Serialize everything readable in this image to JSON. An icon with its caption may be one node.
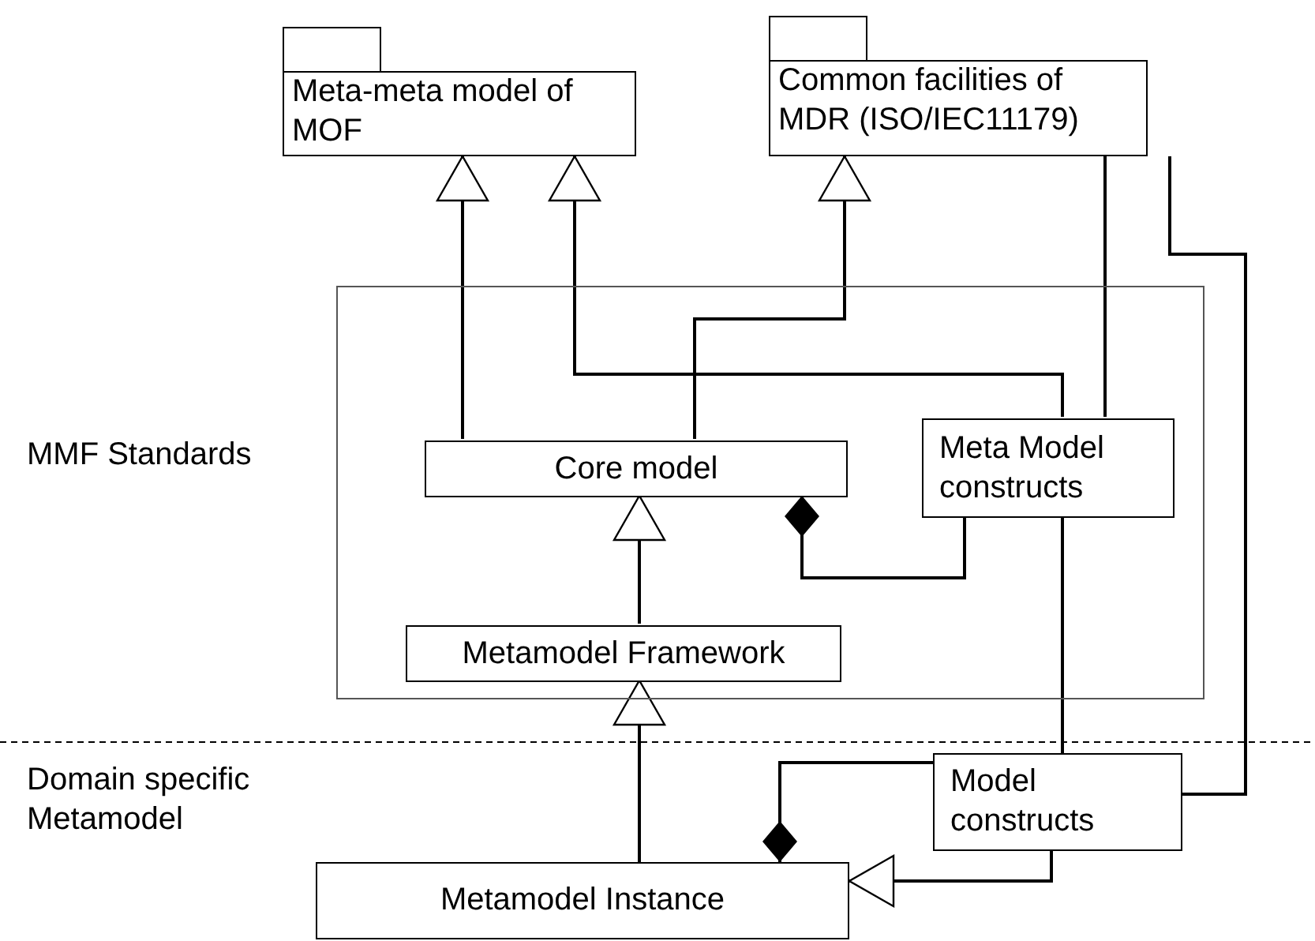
{
  "diagram": {
    "nodes": [
      {
        "text": [
          "Meta-meta model of MOF"
        ]
      },
      {
        "text": [
          "Common facilities of MDR (ISO/IEC11179)"
        ]
      },
      {
        "text": [],
        "shape": "box"
      },
      {
        "text": [
          "Core model"
        ],
        "in": 2
      },
      {
        "text": [
          "Meta Model constructs"
        ],
        "in": 2
      },
      {
        "text": [
          "Metamodel Framework"
        ],
        "in": 2
      },
      {
        "text": [
          "Model constructs"
        ]
      },
      {
        "text": [
          "Metamodel Instance"
        ]
      }
    ],
    "edges": [
      {
        "from": 3,
        "to": 0,
        "arrow": "to"
      },
      {
        "from": 4,
        "to": 0,
        "arrow": "to"
      },
      {
        "from": 3,
        "to": 1,
        "arrow": "to"
      },
      {
        "from": 4,
        "to": 1,
        "arrow": "none"
      },
      {
        "from": 5,
        "to": 3,
        "arrow": "to"
      },
      {
        "from": 4,
        "to": 3,
        "arrow": "other"
      },
      {
        "from": 7,
        "to": 5,
        "arrow": "to"
      },
      {
        "from": 6,
        "to": 4,
        "arrow": "none"
      },
      {
        "from": 1,
        "to": 6,
        "arrow": "none"
      },
      {
        "from": 6,
        "to": 7,
        "arrow": "other"
      },
      {
        "from": 6,
        "to": 7,
        "arrow": "to"
      }
    ],
    "labels": [
      "MMF Standards",
      "Domain specific Metamodel"
    ]
  }
}
